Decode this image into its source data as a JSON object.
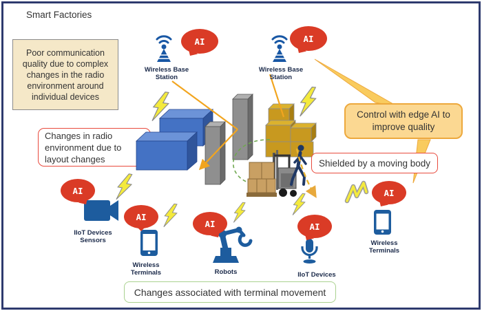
{
  "frame": {
    "title": "Smart Factories"
  },
  "labels": {
    "ai": "AI"
  },
  "callouts": {
    "problem": "Poor communication quality due to complex changes in the radio environment around individual devices",
    "layout": "Changes in radio environment due to layout changes",
    "edge_ai": "Control with edge AI to improve quality",
    "shielded": "Shielded by a moving body",
    "movement": "Changes associated with terminal movement"
  },
  "devices": {
    "base_station_1": "Wireless Base Station",
    "base_station_2": "Wireless Base Station",
    "iiot_sensors": "IIoT Devices Sensors",
    "terminals_1": "Wireless Terminals",
    "robots": "Robots",
    "iiot_devices": "IIoT Devices",
    "terminals_2": "Wireless Terminals"
  },
  "colors": {
    "frame_border": "#2E3A6E",
    "ai_bubble_red": "#DA3B26",
    "signal_orange": "#F2A51F",
    "callout_fill": "#FBD892",
    "callout_border": "#EDA83C",
    "red_border": "#E8493C",
    "green_border": "#A9D18E",
    "problem_fill": "#F5E8C8",
    "device_blue": "#1D5C9E",
    "bolt_yellow": "#F4EA3D",
    "obstacle_blue": "#4472C4",
    "obstacle_gray": "#8F8F8F",
    "cargo_gold": "#C8991F"
  }
}
